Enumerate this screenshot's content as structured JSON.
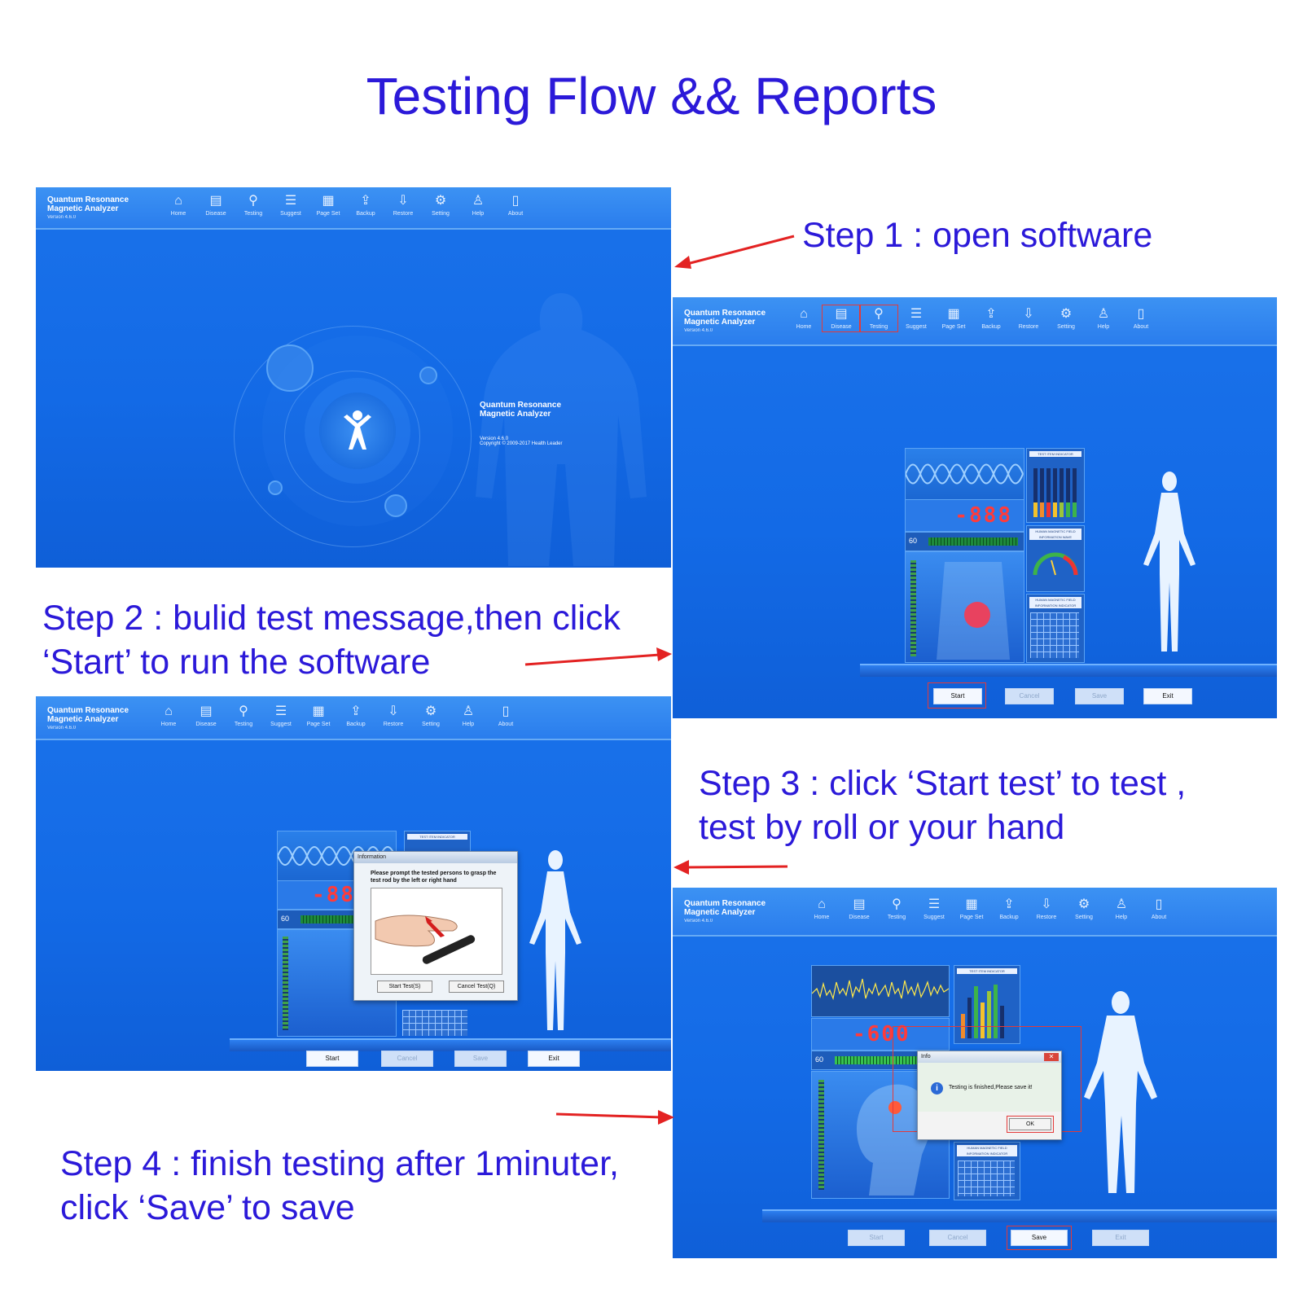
{
  "page": {
    "title": "Testing Flow && Reports",
    "steps": [
      {
        "label": "Step 1 :  open software"
      },
      {
        "line1": "Step 2 :  bulid test message,then click",
        "line2": "‘Start’ to run the software"
      },
      {
        "line1": "Step 3 :  click ‘Start test’ to test ,",
        "line2": "test by roll or your hand"
      },
      {
        "line1": "Step 4 :  finish testing after 1minuter,",
        "line2": "click ‘Save’ to save"
      }
    ],
    "arrow_color": "#e32222",
    "text_color": "#2b19d9"
  },
  "app": {
    "name_line1": "Quantum Resonance",
    "name_line2": "Magnetic Analyzer",
    "version_short": "Version 4.6.0",
    "nav": [
      {
        "label": "Home",
        "icon": "home-icon",
        "glyph": "⌂"
      },
      {
        "label": "Disease",
        "icon": "clipboard-icon",
        "glyph": "▤"
      },
      {
        "label": "Testing",
        "icon": "magnifier-icon",
        "glyph": "⚲"
      },
      {
        "label": "Suggest",
        "icon": "list-icon",
        "glyph": "☰"
      },
      {
        "label": "Page Set",
        "icon": "page-settings-icon",
        "glyph": "▦"
      },
      {
        "label": "Backup",
        "icon": "backup-icon",
        "glyph": "⇪"
      },
      {
        "label": "Restore",
        "icon": "restore-icon",
        "glyph": "⇩"
      },
      {
        "label": "Setting",
        "icon": "gear-icon",
        "glyph": "⚙"
      },
      {
        "label": "Help",
        "icon": "user-help-icon",
        "glyph": "♙"
      },
      {
        "label": "About",
        "icon": "book-icon",
        "glyph": "▯"
      }
    ],
    "buttons": {
      "start": "Start",
      "cancel": "Cancel",
      "save": "Save",
      "exit": "Exit"
    },
    "panels": {
      "test_item_indicator": "TEST ITEM INDICATOR",
      "magnetic_field_1": "HUMAN MAGNETIC FIELD INFORMATION WAVE",
      "magnetic_field_2": "HUMAN MAGNETIC FIELD INFORMATION INDICATOR",
      "timer": "60"
    }
  },
  "splash": {
    "name_line1": "Quantum Resonance",
    "name_line2": "Magnetic Analyzer",
    "version": "Version 4.6.0",
    "copyright": "Copyright © 2009-2017 Health Leader"
  },
  "screens": {
    "step2": {
      "counter": "-888"
    },
    "step3": {
      "counter": "-88",
      "dialog_title": "Information",
      "dialog_message": "Please prompt the tested persons to grasp the test rod by the left or right hand",
      "start_test": "Start Test(S)",
      "cancel_test": "Cancel Test(Q)"
    },
    "step4": {
      "counter": "-600",
      "dialog_title": "Info",
      "dialog_message": "Testing is finished,Please save it!",
      "ok": "OK"
    }
  }
}
